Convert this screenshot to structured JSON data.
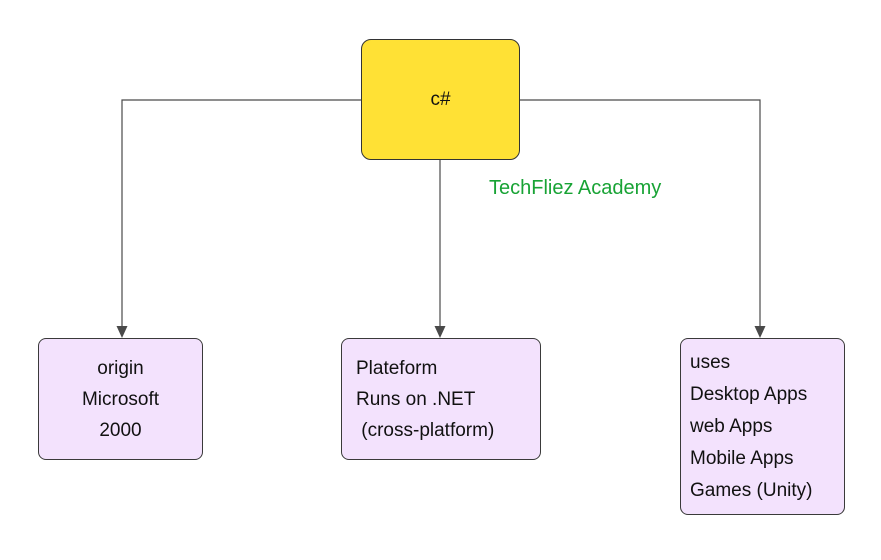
{
  "diagram": {
    "root": {
      "label": "c#"
    },
    "watermark": "TechFliez Academy",
    "nodes": [
      {
        "id": "origin",
        "lines": [
          "origin",
          "Microsoft",
          "2000"
        ]
      },
      {
        "id": "platform",
        "lines": [
          "Plateform",
          "Runs on .NET",
          " (cross-platform)"
        ]
      },
      {
        "id": "uses",
        "lines": [
          "uses",
          "Desktop Apps",
          "web Apps",
          "Mobile Apps",
          "Games (Unity)"
        ]
      }
    ],
    "colors": {
      "root_fill": "#ffe135",
      "root_border": "#333333",
      "leaf_fill": "#f3e2fd",
      "leaf_border": "#3a3a3a",
      "watermark_color": "#18a335",
      "line_color": "#4a4a4a",
      "text_color": "#111111"
    }
  }
}
